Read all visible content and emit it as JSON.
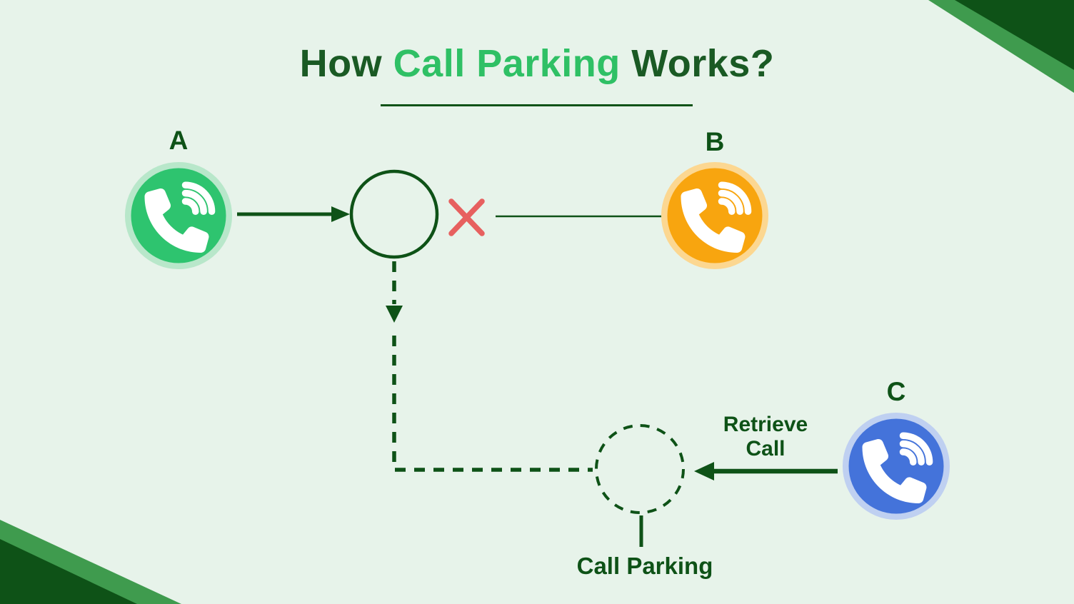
{
  "title": {
    "pre": "How ",
    "highlight": "Call Parking",
    "post": " Works?"
  },
  "colors": {
    "background": "#e7f3ea",
    "dark_green": "#0e5217",
    "text_green": "#1a5a24",
    "stripe_green": "#3f9b4e",
    "accent_green": "#2fc065",
    "x_red": "#e7605f",
    "phone_glyph": "#ffffff"
  },
  "callers": {
    "a": {
      "label": "A",
      "circle": "#2ec46f",
      "ring": "#b8e7ca"
    },
    "b": {
      "label": "B",
      "circle": "#f8a50f",
      "ring": "#fcd791"
    },
    "c": {
      "label": "C",
      "circle": "#4473da",
      "ring": "#bfd0f1"
    }
  },
  "labels": {
    "retrieve_line1": "Retrieve",
    "retrieve_line2": "Call",
    "call_parking": "Call Parking"
  }
}
